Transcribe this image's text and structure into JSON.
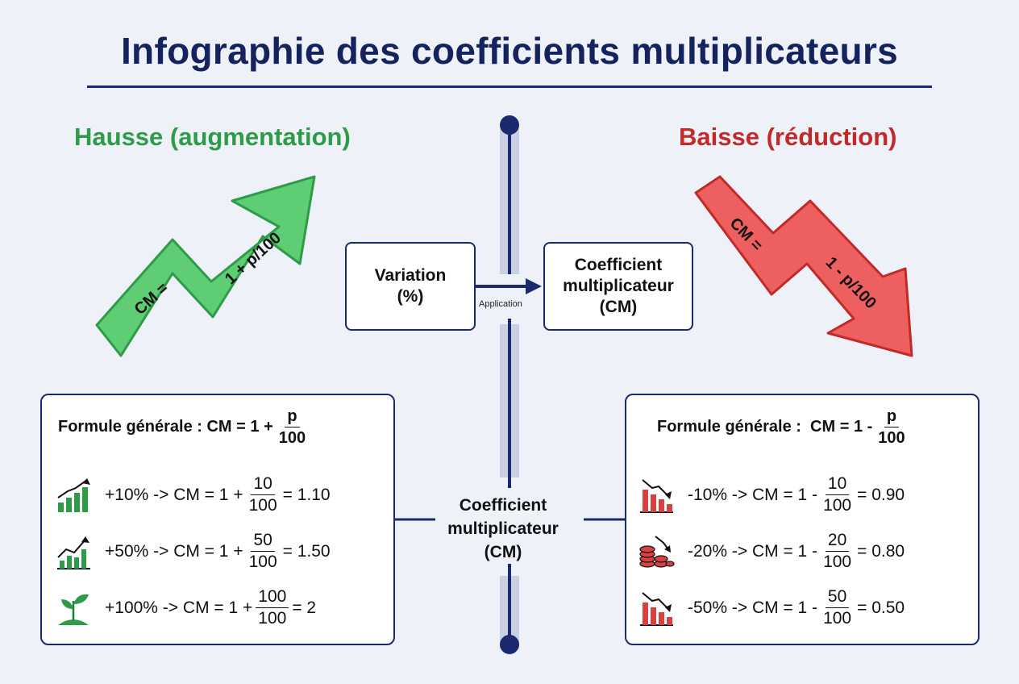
{
  "title": "Infographie des coefficients multiplicateurs",
  "hausse": {
    "title": "Hausse (augmentation)",
    "arrow_cm": "CM =",
    "arrow_formula": "1 + p/100",
    "formula": {
      "prefix": "Formule générale : CM = 1 +",
      "num": "p",
      "den": "100"
    },
    "examples": [
      {
        "icon": "bar-chart-up-icon",
        "pre": "+10% -> CM = 1 +",
        "num": "10",
        "den": "100",
        "post": "= 1.10"
      },
      {
        "icon": "line-chart-up-icon",
        "pre": "+50% -> CM = 1 +",
        "num": "50",
        "den": "100",
        "post": "= 1.50"
      },
      {
        "icon": "plant-sprout-icon",
        "pre": "+100% -> CM = 1 +",
        "num": "100",
        "den": "100",
        "post": "= 2"
      }
    ],
    "color": "#2d9b48"
  },
  "baisse": {
    "title": "Baisse (réduction)",
    "arrow_cm": "CM =",
    "arrow_formula": "1 - p/100",
    "formula": {
      "prefix": "Formule générale :  CM = 1 -",
      "num": "p",
      "den": "100"
    },
    "examples": [
      {
        "icon": "bar-chart-down-icon",
        "pre": "-10% -> CM = 1 -",
        "num": "10",
        "den": "100",
        "post": "= 0.90"
      },
      {
        "icon": "coins-down-icon",
        "pre": "-20% -> CM = 1 -",
        "num": "20",
        "den": "100",
        "post": "= 0.80"
      },
      {
        "icon": "bar-chart-down-icon",
        "pre": "-50% -> CM = 1 -",
        "num": "50",
        "den": "100",
        "post": "= 0.50"
      }
    ],
    "color": "#c22a2a"
  },
  "flow": {
    "variation_line1": "Variation",
    "variation_line2": "(%)",
    "application": "Application",
    "cm_line1": "Coefficient",
    "cm_line2": "multiplicateur",
    "cm_line3": "(CM)"
  },
  "center": {
    "line1": "Coefficient",
    "line2": "multiplicateur",
    "line3": "(CM)"
  },
  "colors": {
    "navy": "#1b2a6e",
    "rail": "#c9d0e4",
    "background": "#eef1f7"
  }
}
